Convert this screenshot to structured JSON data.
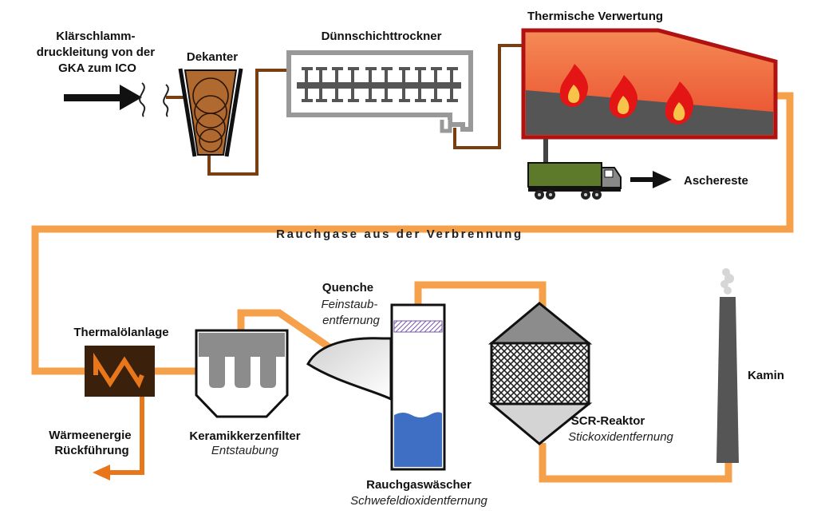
{
  "labels": {
    "sludge_line": [
      "Klärschlamm-",
      "druckleitung von der",
      "GKA zum ICO"
    ],
    "decanter": "Dekanter",
    "dryer": "Dünnschichttrockner",
    "thermal": "Thermische Verwertung",
    "ash": "Aschereste",
    "flue_gas": "Rauchgase aus der Verbrennung",
    "thermal_oil": "Thermalölanlage",
    "heat_return": [
      "Wärmeenergie",
      "Rückführung"
    ],
    "ceramic_filter": "Keramikkerzenfilter",
    "ceramic_filter_sub": "Entstaubung",
    "quench": "Quenche",
    "quench_sub": [
      "Feinstaub-",
      "entfernung"
    ],
    "scrubber": "Rauchgaswäscher",
    "scrubber_sub": "Schwefeldioxidentfernung",
    "scr": "SCR-Reaktor",
    "scr_sub": "Stickoxidentfernung",
    "chimney": "Kamin"
  },
  "colors": {
    "sludge_pipe": "#7a3f10",
    "flue_gas_pipe": "#f5a04a",
    "heat_return_pipe": "#e8761a",
    "furnace_border": "#b01212",
    "furnace_fill": "#ee5f3a",
    "truck": "#5c7a2a",
    "water": "#3f6fc4",
    "thermal_oil_box": "#3b200c"
  }
}
